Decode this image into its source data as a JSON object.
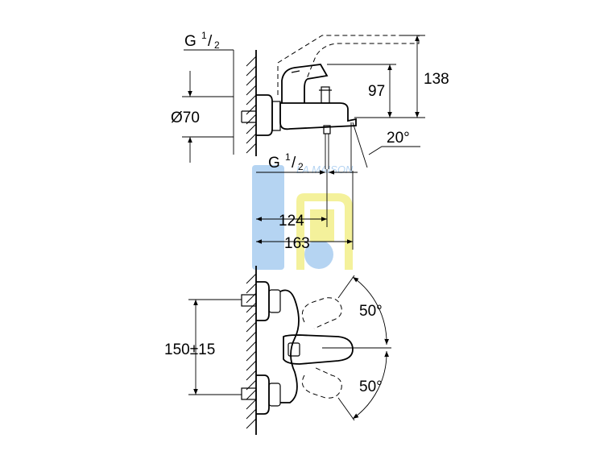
{
  "dimensions": {
    "thread_top": {
      "prefix": "G",
      "num": "1",
      "slash": "/",
      "den": "2"
    },
    "diameter": "Ø70",
    "height_138": "138",
    "height_97": "97",
    "angle_spout": "20°",
    "thread_outlet": {
      "prefix": "G",
      "num": "1",
      "slash": "/",
      "den": "2"
    },
    "length_124": "124",
    "length_163": "163",
    "center_distance": "150±15",
    "lever_angle_up": "50°",
    "lever_angle_down": "50°"
  },
  "watermark": {
    "text": "LA MAISON",
    "colors": {
      "blue": "#a9cdf0",
      "yellow": "#f3ef8a"
    }
  }
}
